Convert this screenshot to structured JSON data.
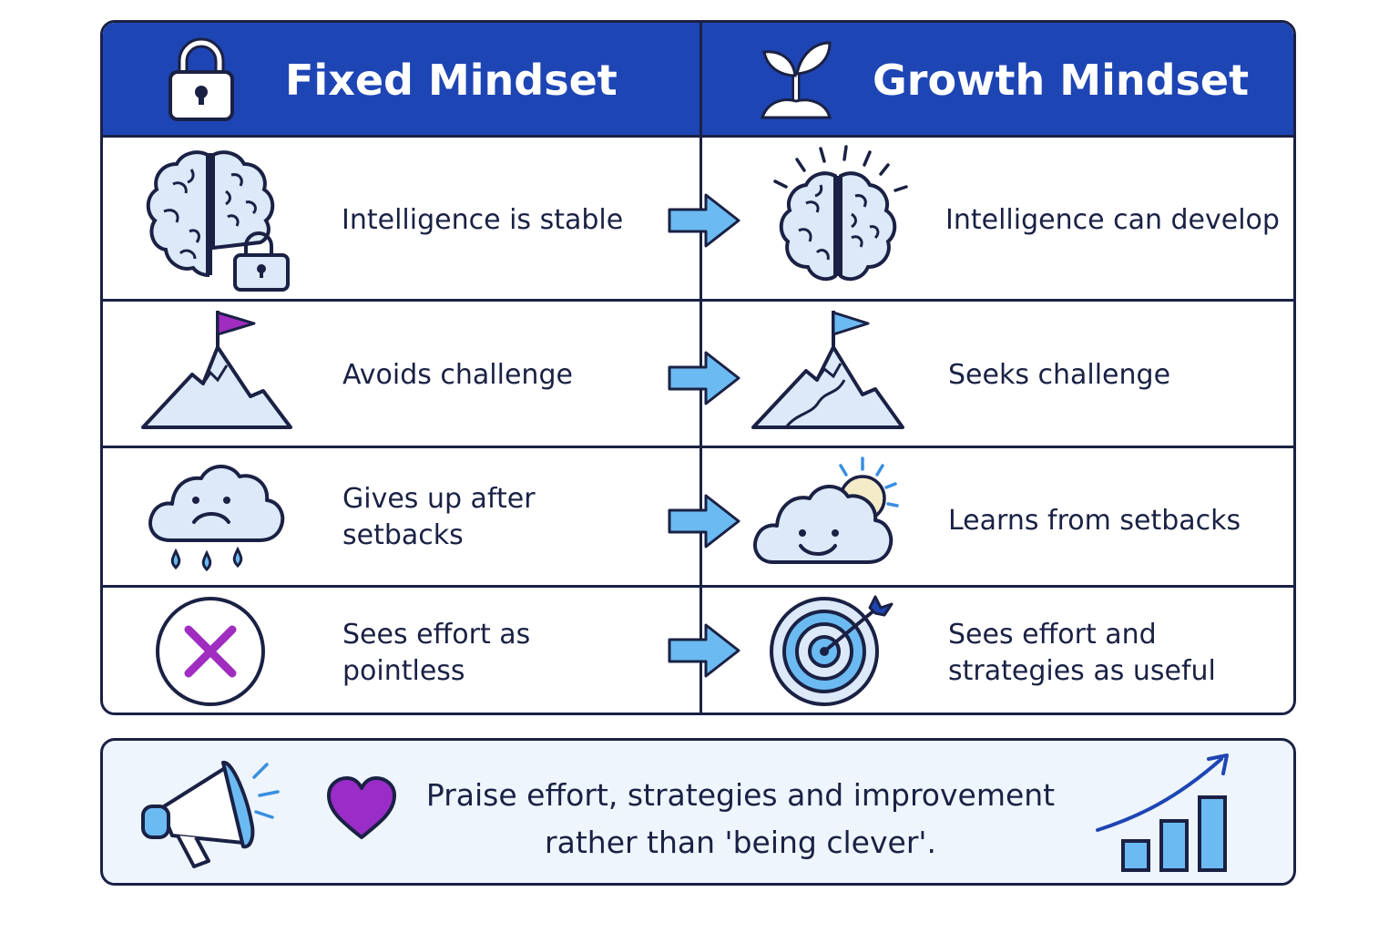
{
  "header": {
    "fixed_title": "Fixed Mindset",
    "growth_title": "Growth Mindset",
    "fixed_icon": "padlock-icon",
    "growth_icon": "sprout-icon"
  },
  "rows": [
    {
      "fixed_text": [
        "Intelligence is stable"
      ],
      "growth_text": [
        "Intelligence can develop"
      ],
      "fixed_icon": "brain-with-padlock-icon",
      "growth_icon": "glowing-brain-icon"
    },
    {
      "fixed_text": [
        "Avoids challenge"
      ],
      "growth_text": [
        "Seeks challenge"
      ],
      "fixed_icon": "mountain-with-flag-icon",
      "growth_icon": "mountain-with-path-icon"
    },
    {
      "fixed_text": [
        "Gives up after",
        "setbacks"
      ],
      "growth_text": [
        "Learns from setbacks"
      ],
      "fixed_icon": "sad-rain-cloud-icon",
      "growth_icon": "happy-cloud-sun-icon"
    },
    {
      "fixed_text": [
        "Sees effort as",
        "pointless"
      ],
      "growth_text": [
        "Sees effort and",
        "strategies as useful"
      ],
      "fixed_icon": "x-circle-icon",
      "growth_icon": "target-dart-icon"
    }
  ],
  "footer": {
    "lines": [
      "Praise effort, strategies and improvement",
      "rather than 'being clever'."
    ],
    "left_icons": [
      "megaphone-icon",
      "heart-icon"
    ],
    "right_icon": "rising-bar-chart-icon"
  },
  "colors": {
    "header_bg": "#1e45b4",
    "outline": "#1a2144",
    "light_blue": "#dbe9f8",
    "arrow_blue": "#6cbaf2",
    "purple": "#8a2bc8",
    "footer_bg": "#eef5fd"
  }
}
